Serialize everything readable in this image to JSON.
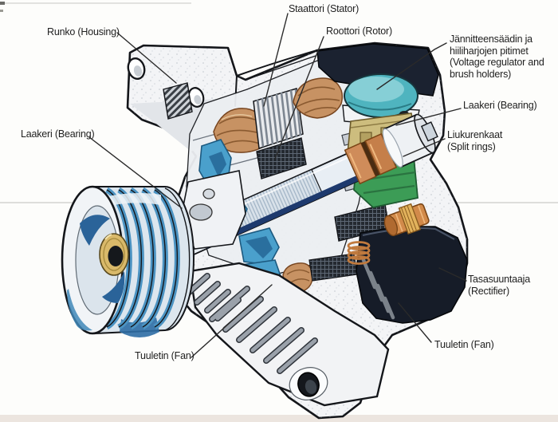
{
  "figure": {
    "type": "cutaway-diagram",
    "subject": "Car alternator (generaattori) cutaway with Finnish/English part labels",
    "background_color": "#fdfdfb",
    "label_text_color": "#1f1f1f",
    "leader_line_color": "#2a2a2a"
  },
  "labels": {
    "runko": {
      "text": "Runko (Housing)"
    },
    "staattori": {
      "text": "Staattori (Stator)"
    },
    "roottori": {
      "text": "Roottori (Rotor)"
    },
    "saadin": {
      "text": "Jännitteensäädin ja\nhiiliharjojen pitimet\n(Voltage regulator and\nbrush holders)"
    },
    "laakeri_right": {
      "text": "Laakeri (Bearing)"
    },
    "liukurenkaat": {
      "text": "Liukurenkaat\n(Split rings)"
    },
    "laakeri_left": {
      "text": "Laakeri (Bearing)"
    },
    "tasasuuntaaja": {
      "text": "Tasasuuntaaja\n(Rectifier)"
    },
    "tuuletin_right": {
      "text": "Tuuletin (Fan)"
    },
    "tuuletin_bottom": {
      "text": "Tuuletin (Fan)"
    }
  },
  "parts": [
    "housing",
    "front-bracket",
    "pulley",
    "drive-shaft",
    "front-bearing",
    "stator-windings",
    "stator-laminations",
    "rotor",
    "front-fan",
    "voltage-regulator-dome",
    "brush-holder",
    "slip-rings",
    "rear-bearing",
    "rectifier-housing",
    "output-terminal",
    "cooling-fins",
    "mounting-hole"
  ],
  "colors": {
    "housing_white": "#f3f4f6",
    "outline": "#14161a",
    "rear_cover_black": "#161c28",
    "regulator_dome_teal": "#4fb4bf",
    "brush_holder_green": "#3c9c56",
    "brush_mount_khaki": "#cdbd7e",
    "winding_copper": "#c79263",
    "slip_ring_copper": "#cf8c5a",
    "bearing_gold": "#d9b96a",
    "fan_blue": "#4aa0cc",
    "pulley_blue": "#3f87b8",
    "shaft_stripe_navy": "#1e3a6e",
    "fin_gray": "#9aa1aa"
  }
}
